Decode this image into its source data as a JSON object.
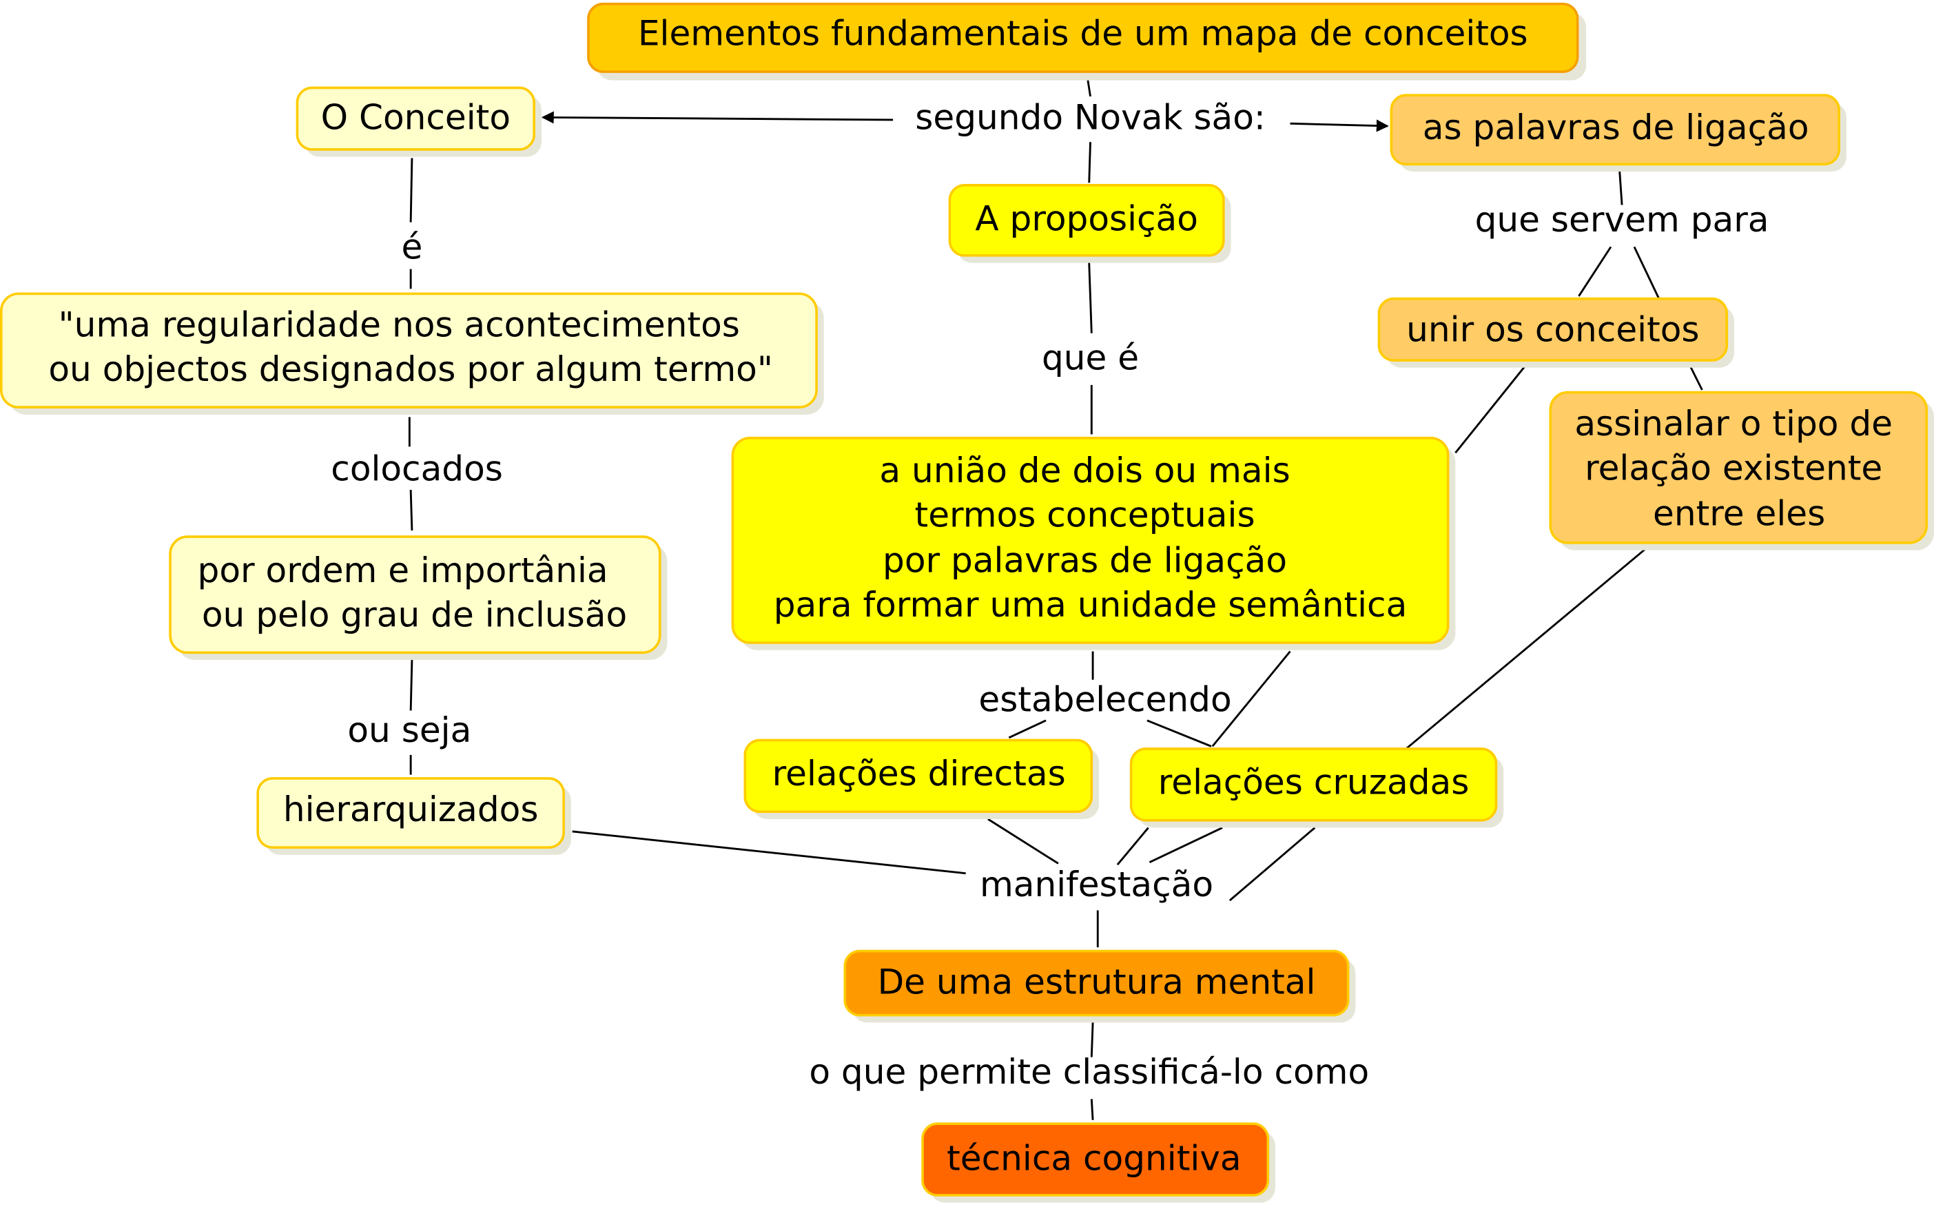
{
  "title": "Elementos fundamentais de um mapa de conceitos",
  "colors": {
    "title_fill": "#FFCC00",
    "title_stroke": "#F5A000",
    "pale_fill": "#FFFFCC",
    "yellow_fill": "#FFFF00",
    "light_orange_fill": "#FFCC66",
    "orange_fill": "#FF9900",
    "dark_orange_fill": "#FF6600",
    "node_stroke": "#FFCC00"
  },
  "concepts": {
    "conceito": "O Conceito",
    "palavras": "as palavras de ligação",
    "proposicao": "A proposição",
    "unir": "unir os conceitos",
    "assinalar": [
      "assinalar o tipo de",
      "relação existente",
      "entre eles"
    ],
    "regularidade": [
      "\"uma regularidade nos acontecimentos",
      "ou objectos designados por algum termo\""
    ],
    "uniao": [
      "a união de dois ou mais",
      "termos conceptuais",
      "por palavras de ligação",
      "para formar uma unidade semântica"
    ],
    "ordem": [
      "por ordem e importânia",
      "ou pelo grau de inclusão"
    ],
    "directas": "relações directas",
    "cruzadas": "relações cruzadas",
    "hierarquizados": "hierarquizados",
    "estrutura": "De uma estrutura mental",
    "tecnica": "técnica cognitiva"
  },
  "links": {
    "segundo": "segundo Novak são:",
    "e": "é",
    "servem": "que servem para",
    "que_e": "que é",
    "colocados": "colocados",
    "estabelecendo": "estabelecendo",
    "ou_seja": "ou seja",
    "manifestacao": "manifestação",
    "permite": "o que permite classificá-lo como"
  }
}
